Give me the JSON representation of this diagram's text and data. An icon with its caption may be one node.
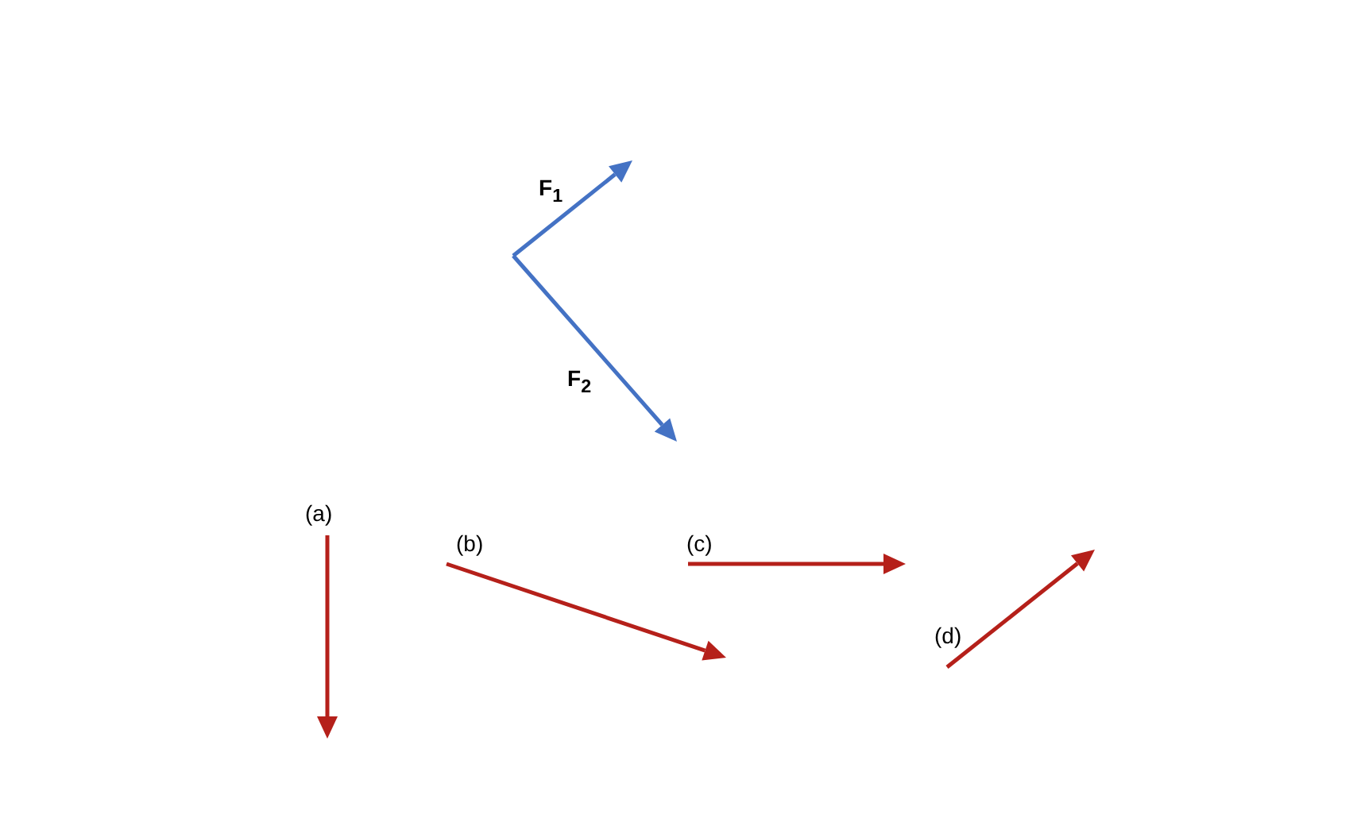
{
  "diagram": {
    "labels": [
      "F$_{1}$",
      "F$_{2}$",
      "(a)",
      "(b)",
      "(c)",
      "(d)"
    ]
  }
}
